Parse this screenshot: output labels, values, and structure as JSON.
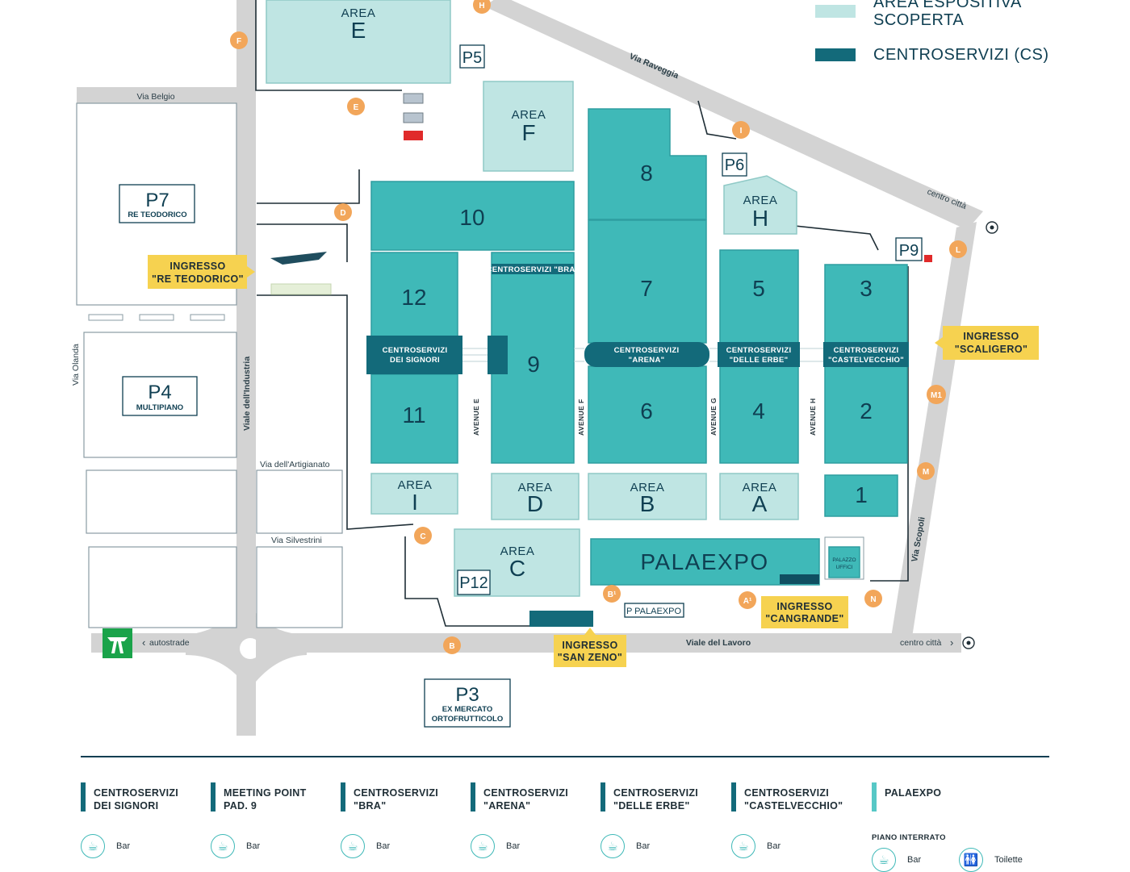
{
  "legend": [
    {
      "label_line1": "AREA ESPOSITIVA",
      "label_line2": "SCOPERTA",
      "color": "#bfe5e3"
    },
    {
      "label_line1": "CENTROSERVIZI (CS)",
      "label_line2": "",
      "color": "#136a7a"
    }
  ],
  "halls": {
    "h10": "10",
    "h8": "8",
    "h7": "7",
    "h12": "12",
    "h11": "11",
    "h9": "9",
    "h6": "6",
    "h5": "5",
    "h4": "4",
    "h3": "3",
    "h2": "2",
    "h1": "1",
    "palaexpo": "PALAEXPO"
  },
  "areas": {
    "word": "AREA",
    "E": "E",
    "F": "F",
    "H": "H",
    "I": "I",
    "D": "D",
    "B": "B",
    "A": "A",
    "C": "C"
  },
  "centroservizi": {
    "bra": "CENTROSERVIZI \"BRA\"",
    "signori_1": "CENTROSERVIZI",
    "signori_2": "DEI SIGNORI",
    "arena_1": "CENTROSERVIZI",
    "arena_2": "\"ARENA\"",
    "erbe_1": "CENTROSERVIZI",
    "erbe_2": "\"DELLE ERBE\"",
    "castel_1": "CENTROSERVIZI",
    "castel_2": "\"CASTELVECCHIO\"",
    "palazzo_1": "PALAZZO",
    "palazzo_2": "UFFICI"
  },
  "avenues": {
    "e": "AVENUE E",
    "f": "AVENUE F",
    "g": "AVENUE G",
    "h": "AVENUE H"
  },
  "streets": {
    "belgio": "Via Belgio",
    "raveggia": "Via Raveggia",
    "olanda": "Via Olanda",
    "industria": "Viale dell'Industria",
    "artigianato": "Via dell'Artigianato",
    "silvestrini": "Via Silvestrini",
    "autostrade": "autostrade",
    "lavoro": "Viale del Lavoro",
    "centro_bottom": "centro città",
    "centro_top": "centro città",
    "scopoli": "Via Scopoli"
  },
  "parking": {
    "p7": "P7",
    "p7_sub": "RE TEODORICO",
    "p4": "P4",
    "p4_sub": "MULTIPIANO",
    "p3": "P3",
    "p3_sub1": "EX MERCATO",
    "p3_sub2": "ORTOFRUTTICOLO",
    "p5": "P5",
    "p6": "P6",
    "p9": "P9",
    "p12": "P12",
    "p_palaexpo": "P PALAEXPO"
  },
  "entrances": {
    "teodorico_1": "INGRESSO",
    "teodorico_2": "\"RE TEODORICO\"",
    "scaligero_1": "INGRESSO",
    "scaligero_2": "\"SCALIGERO\"",
    "sanzeno_1": "INGRESSO",
    "sanzeno_2": "\"SAN ZENO\"",
    "cangrande_1": "INGRESSO",
    "cangrande_2": "\"CANGRANDE\""
  },
  "gates": {
    "H": "H",
    "F": "F",
    "E": "E",
    "D": "D",
    "I": "I",
    "L": "L",
    "M1": "M1",
    "M": "M",
    "C": "C",
    "B": "B",
    "B1": "B¹",
    "A1": "A¹",
    "N": "N"
  },
  "pin_color": "#f2a65a",
  "services": {
    "columns": [
      {
        "title1": "CENTROSERVIZI",
        "title2": "DEI SIGNORI",
        "item": "Bar",
        "color": "#136a7a"
      },
      {
        "title1": "MEETING POINT",
        "title2": "PAD. 9",
        "item": "Bar",
        "color": "#136a7a"
      },
      {
        "title1": "CENTROSERVIZI",
        "title2": "\"BRA\"",
        "item": "Bar",
        "color": "#136a7a"
      },
      {
        "title1": "CENTROSERVIZI",
        "title2": "\"ARENA\"",
        "item": "Bar",
        "color": "#136a7a"
      },
      {
        "title1": "CENTROSERVIZI",
        "title2": "\"DELLE ERBE\"",
        "item": "Bar",
        "color": "#136a7a"
      },
      {
        "title1": "CENTROSERVIZI",
        "title2": "\"CASTELVECCHIO\"",
        "item": "Bar",
        "color": "#136a7a"
      },
      {
        "title1": "PALAEXPO",
        "title2": "",
        "item": "",
        "color": "#57c8c6"
      }
    ],
    "palaexpo_sub": "PIANO INTERRATO",
    "palaexpo_bar": "Bar",
    "palaexpo_toilet": "Toilette"
  }
}
